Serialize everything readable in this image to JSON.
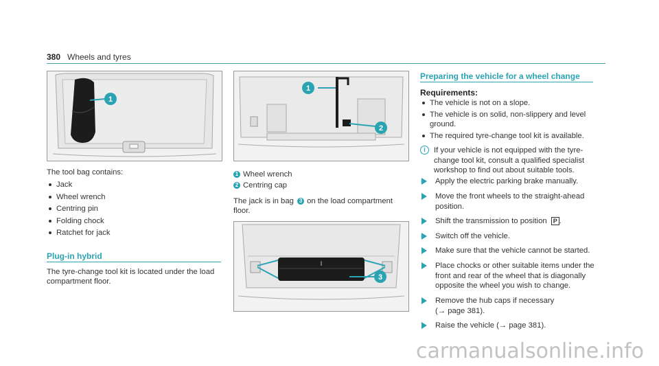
{
  "header": {
    "page_number": "380",
    "title": "Wheels and tyres"
  },
  "fig1": {
    "callout": "1"
  },
  "tool_bag": {
    "intro": "The tool bag contains:",
    "items": [
      "Jack",
      "Wheel wrench",
      "Centring pin",
      "Folding chock",
      "Ratchet for jack"
    ]
  },
  "plugin": {
    "heading": "Plug-in hybrid",
    "text_line1": "The tyre-change tool kit is located under the load",
    "text_line2": "compartment floor."
  },
  "fig2": {
    "callout1": "1",
    "callout2": "2"
  },
  "legend": [
    {
      "num": "1",
      "label": "Wheel wrench"
    },
    {
      "num": "2",
      "label": "Centring cap"
    }
  ],
  "jack": {
    "line1_pre": "The jack is in bag",
    "line1_num": "3",
    "line1_post": "on the load compartment",
    "line2": "floor."
  },
  "fig3": {
    "callout": "3",
    "bag_label": "I"
  },
  "preparing": {
    "heading": "Preparing the vehicle for a wheel change",
    "req_heading": "Requirements:",
    "requirements": [
      {
        "line1": "The vehicle is not on a slope."
      },
      {
        "line1": "The vehicle is on solid, non-slippery and level",
        "line2": "ground."
      },
      {
        "line1": "The required tyre-change tool kit is available."
      }
    ],
    "note": {
      "line1": "If your vehicle is not equipped with the tyre-",
      "line2": "change tool kit, consult a qualified specialist",
      "line3": "workshop to find out about suitable tools."
    },
    "steps": [
      {
        "line1": "Apply the electric parking brake manually."
      },
      {
        "line1": "Move the front wheels to the straight-ahead",
        "line2": "position."
      },
      {
        "line1": "Shift the transmission to position",
        "symbol": "P",
        "post": "."
      },
      {
        "line1": "Switch off the vehicle."
      },
      {
        "line1": "Make sure that the vehicle cannot be started."
      },
      {
        "line1": "Place chocks or other suitable items under the",
        "line2": "front and rear of the wheel that is diagonally",
        "line3": "opposite the wheel you wish to change."
      },
      {
        "line1": "Remove the hub caps if necessary",
        "line2": "(→ page 381)."
      },
      {
        "line1": "Raise the vehicle (→ page 381)."
      }
    ]
  },
  "watermark": "carmanualsonline.info"
}
